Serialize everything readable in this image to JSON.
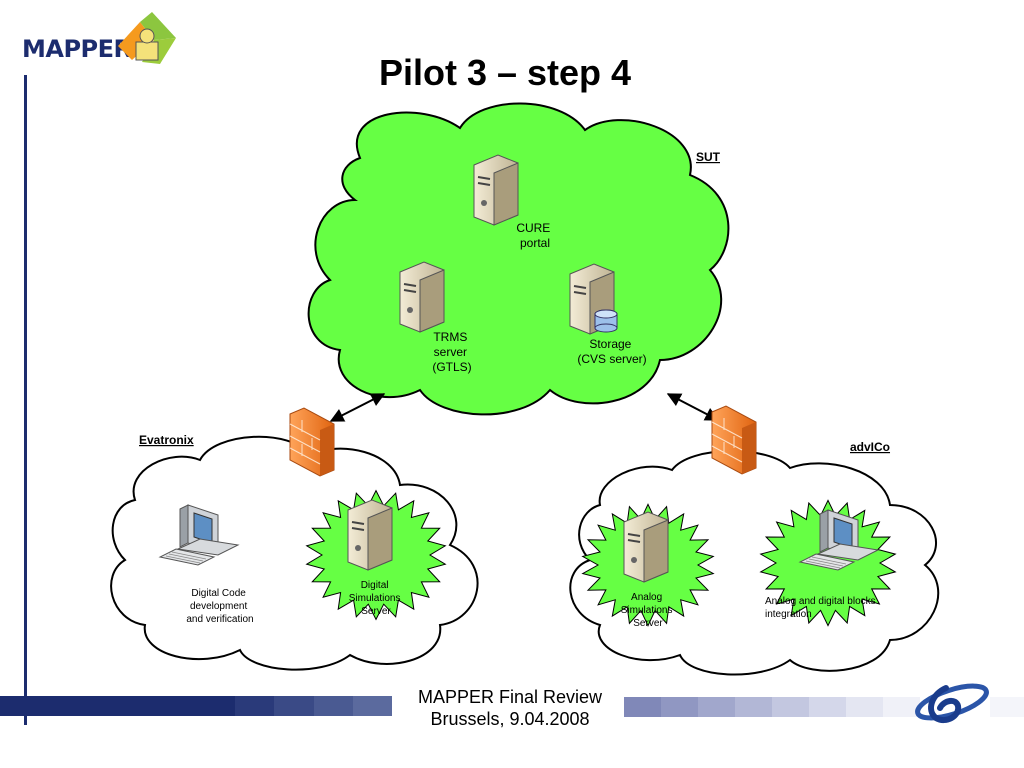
{
  "logo": {
    "text": "MAPPER",
    "icon": "mapper-logo-icon"
  },
  "title": "Pilot 3 – step 4",
  "clouds": {
    "sut": {
      "label": "SUT",
      "color": "#66ff44",
      "nodes": {
        "cure": [
          "CURE",
          "portal"
        ],
        "trms": [
          "TRMS",
          "server",
          "(GTLS)"
        ],
        "storage": [
          "Storage",
          "(CVS server)"
        ]
      }
    },
    "evatronix": {
      "label": "Evatronix",
      "nodes": {
        "workstation": [
          "Digital Code",
          "development",
          "and verification"
        ],
        "dss": [
          "Digital",
          "Simulations",
          "Server"
        ]
      }
    },
    "advico": {
      "label": "advICo",
      "nodes": {
        "ass": [
          "Analog",
          "Simulations",
          "Server"
        ],
        "workstation": [
          "Analog and digital blocks",
          "integration"
        ]
      }
    }
  },
  "footer": {
    "line1": "MAPPER Final Review",
    "line2": "Brussels, 9.04.2008",
    "bar_color": "#1c2c6e"
  },
  "fp6_logo": {
    "icon": "fp6-logo-icon"
  }
}
